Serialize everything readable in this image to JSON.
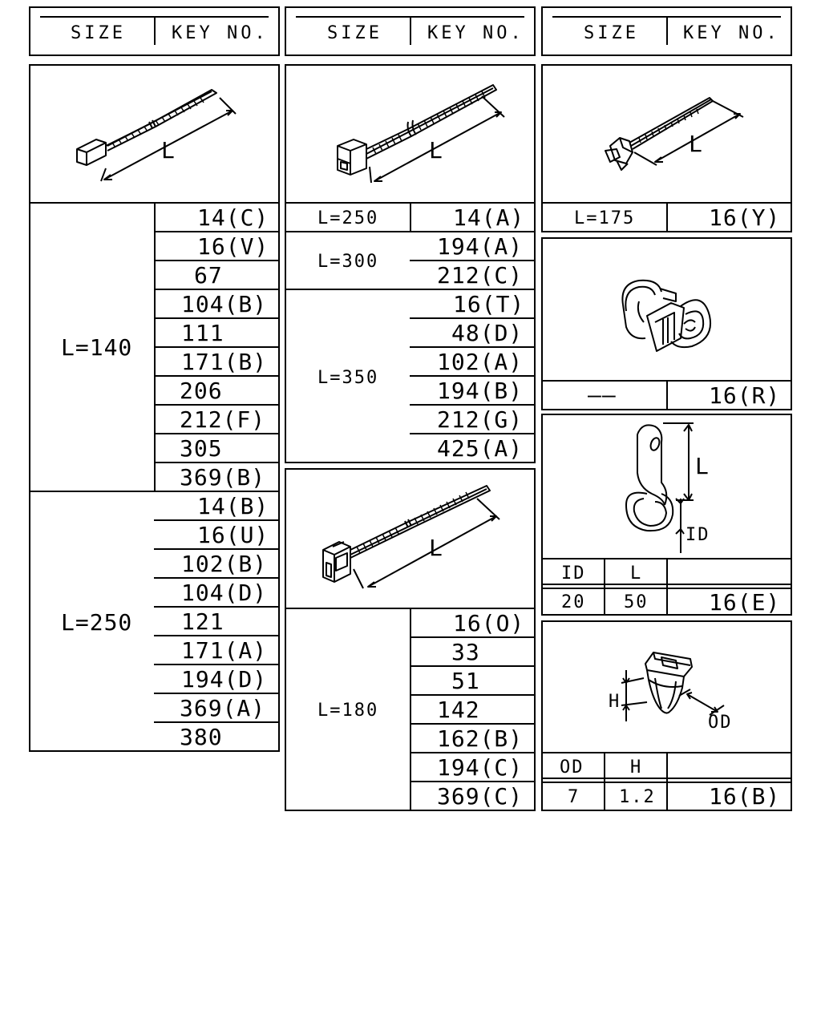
{
  "headers": {
    "size": "SIZE",
    "key_no": "KEY NO."
  },
  "col1": {
    "groups": [
      {
        "size": "L=140",
        "keys": [
          "14(C)",
          "16(V)",
          "67",
          "104(B)",
          "111",
          "171(B)",
          "206",
          "212(F)",
          "305",
          "369(B)"
        ]
      },
      {
        "size": "L=250",
        "keys": [
          "14(B)",
          "16(U)",
          "102(B)",
          "104(D)",
          "121",
          "171(A)",
          "194(D)",
          "369(A)",
          "380"
        ]
      }
    ],
    "dimension_label": "L"
  },
  "col2": {
    "groups": [
      {
        "size": "L=250",
        "keys": [
          "14(A)"
        ]
      },
      {
        "size": "L=300",
        "keys": [
          "194(A)",
          "212(C)"
        ]
      },
      {
        "size": "L=350",
        "keys": [
          "16(T)",
          "48(D)",
          "102(A)",
          "194(B)",
          "212(G)",
          "425(A)"
        ]
      }
    ],
    "groups2": [
      {
        "size": "L=180",
        "keys": [
          "16(O)",
          "33",
          "51",
          "142",
          "162(B)",
          "194(C)",
          "369(C)"
        ]
      }
    ],
    "dimension_label": "L"
  },
  "col3": {
    "tie": {
      "size": "L=175",
      "key": "16(Y)",
      "dimension_label": "L"
    },
    "clip": {
      "size": "——",
      "key": "16(R)"
    },
    "clamp": {
      "col_id": "ID",
      "col_l": "L",
      "id": "20",
      "l": "50",
      "key": "16(E)",
      "dim_l": "L",
      "dim_id": "ID"
    },
    "grommet": {
      "col_od": "OD",
      "col_h": "H",
      "od": "7",
      "h": "1.2",
      "key": "16(B)",
      "dim_h": "H",
      "dim_od": "OD"
    }
  }
}
